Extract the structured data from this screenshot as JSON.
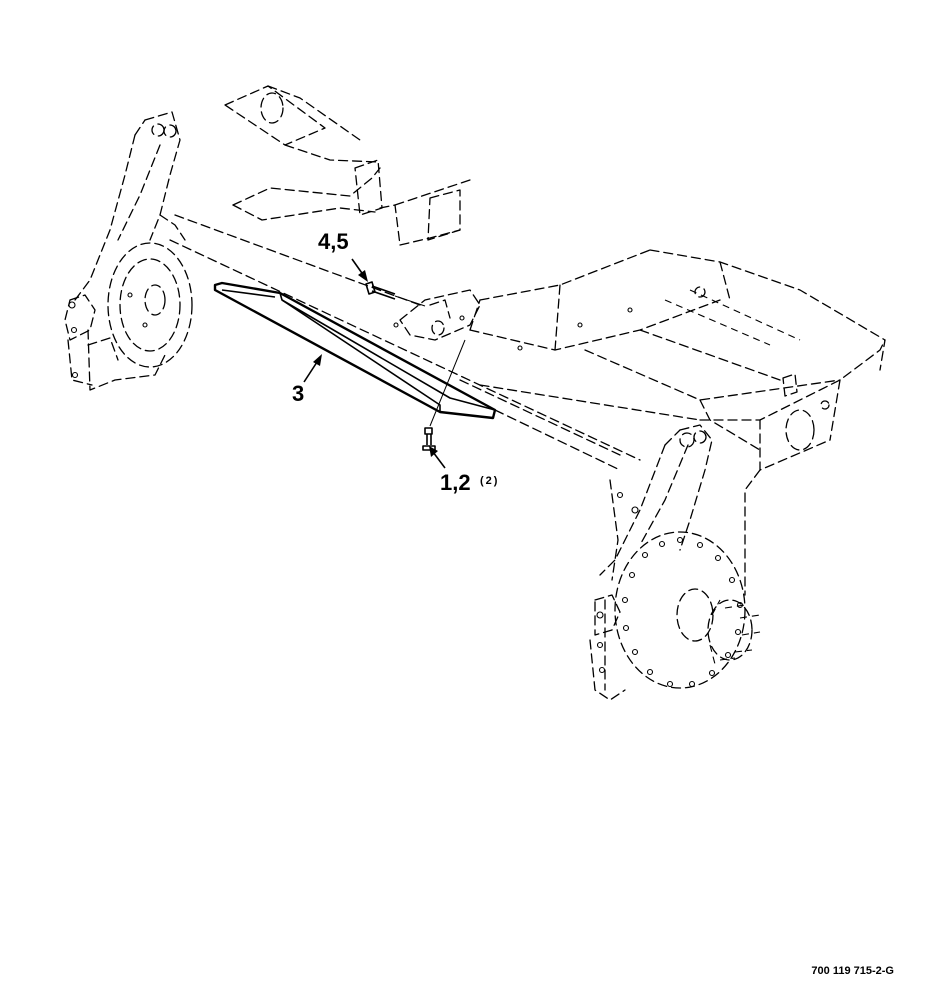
{
  "callouts": {
    "shield": "3",
    "bolt_top": "4,5",
    "bolt_bottom": "1,2",
    "bolt_bottom_qty": "(2)"
  },
  "drawing_number": "700 119 715-2-G"
}
